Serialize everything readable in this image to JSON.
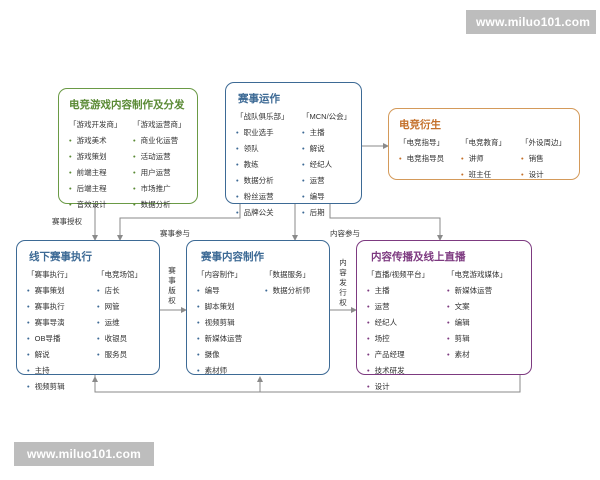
{
  "watermark": "www.miluo101.com",
  "boxes": {
    "content": {
      "title": "电竞游戏内容制作及分发",
      "color": "#5a8a35",
      "columns": [
        {
          "header": "「游戏开发商」",
          "items": [
            "游戏美术",
            "游戏策划",
            "前端主程",
            "后端主程",
            "音效设计"
          ]
        },
        {
          "header": "「游戏运营商」",
          "items": [
            "商业化运营",
            "活动运营",
            "用户运营",
            "市场推广",
            "数据分析"
          ]
        }
      ]
    },
    "ops": {
      "title": "赛事运作",
      "color": "#3d6a95",
      "columns": [
        {
          "header": "「战队俱乐部」",
          "items": [
            "职业选手",
            "领队",
            "教练",
            "数据分析",
            "粉丝运营",
            "品牌公关"
          ]
        },
        {
          "header": "「MCN/公会」",
          "items": [
            "主播",
            "解说",
            "经纪人",
            "运营",
            "编导",
            "后期"
          ]
        }
      ]
    },
    "deriv": {
      "title": "电竞衍生",
      "color": "#c4702a",
      "columns": [
        {
          "header": "「电竞指导」",
          "items": [
            "电竞指导员"
          ]
        },
        {
          "header": "「电竞教育」",
          "items": [
            "讲师",
            "班主任"
          ]
        },
        {
          "header": "「外设周边」",
          "items": [
            "销售",
            "设计"
          ]
        }
      ]
    },
    "offline": {
      "title": "线下赛事执行",
      "color": "#3d6a95",
      "columns": [
        {
          "header": "「赛事执行」",
          "items": [
            "赛事策划",
            "赛事执行",
            "赛事导演",
            "OB导播",
            "解说",
            "主持",
            "视频剪辑"
          ]
        },
        {
          "header": "「电竞场馆」",
          "items": [
            "店长",
            "网管",
            "运维",
            "收银员",
            "服务员"
          ]
        }
      ]
    },
    "production": {
      "title": "赛事内容制作",
      "color": "#3d6a95",
      "columns": [
        {
          "header": "「内容制作」",
          "items": [
            "编导",
            "脚本策划",
            "视频剪辑",
            "新媒体运营",
            "摄像",
            "素材师"
          ]
        },
        {
          "header": "「数据服务」",
          "items": [
            "数据分析师"
          ]
        }
      ]
    },
    "broadcast": {
      "title": "内容传播及线上直播",
      "color": "#7d3a80",
      "columns": [
        {
          "header": "「直播/视频平台」",
          "items": [
            "主播",
            "运营",
            "经纪人",
            "场控",
            "产品经理",
            "技术研发",
            "设计"
          ]
        },
        {
          "header": "「电竞游戏媒体」",
          "items": [
            "新媒体运营",
            "文案",
            "编辑",
            "剪辑",
            "素材"
          ]
        }
      ]
    }
  },
  "edges": {
    "authorize": "赛事授权",
    "participate_left": "赛事参与",
    "participate_right": "内容参与",
    "copyright": "赛事版权",
    "distribution": "内容发行权"
  },
  "line_color": "#8a8a8a"
}
